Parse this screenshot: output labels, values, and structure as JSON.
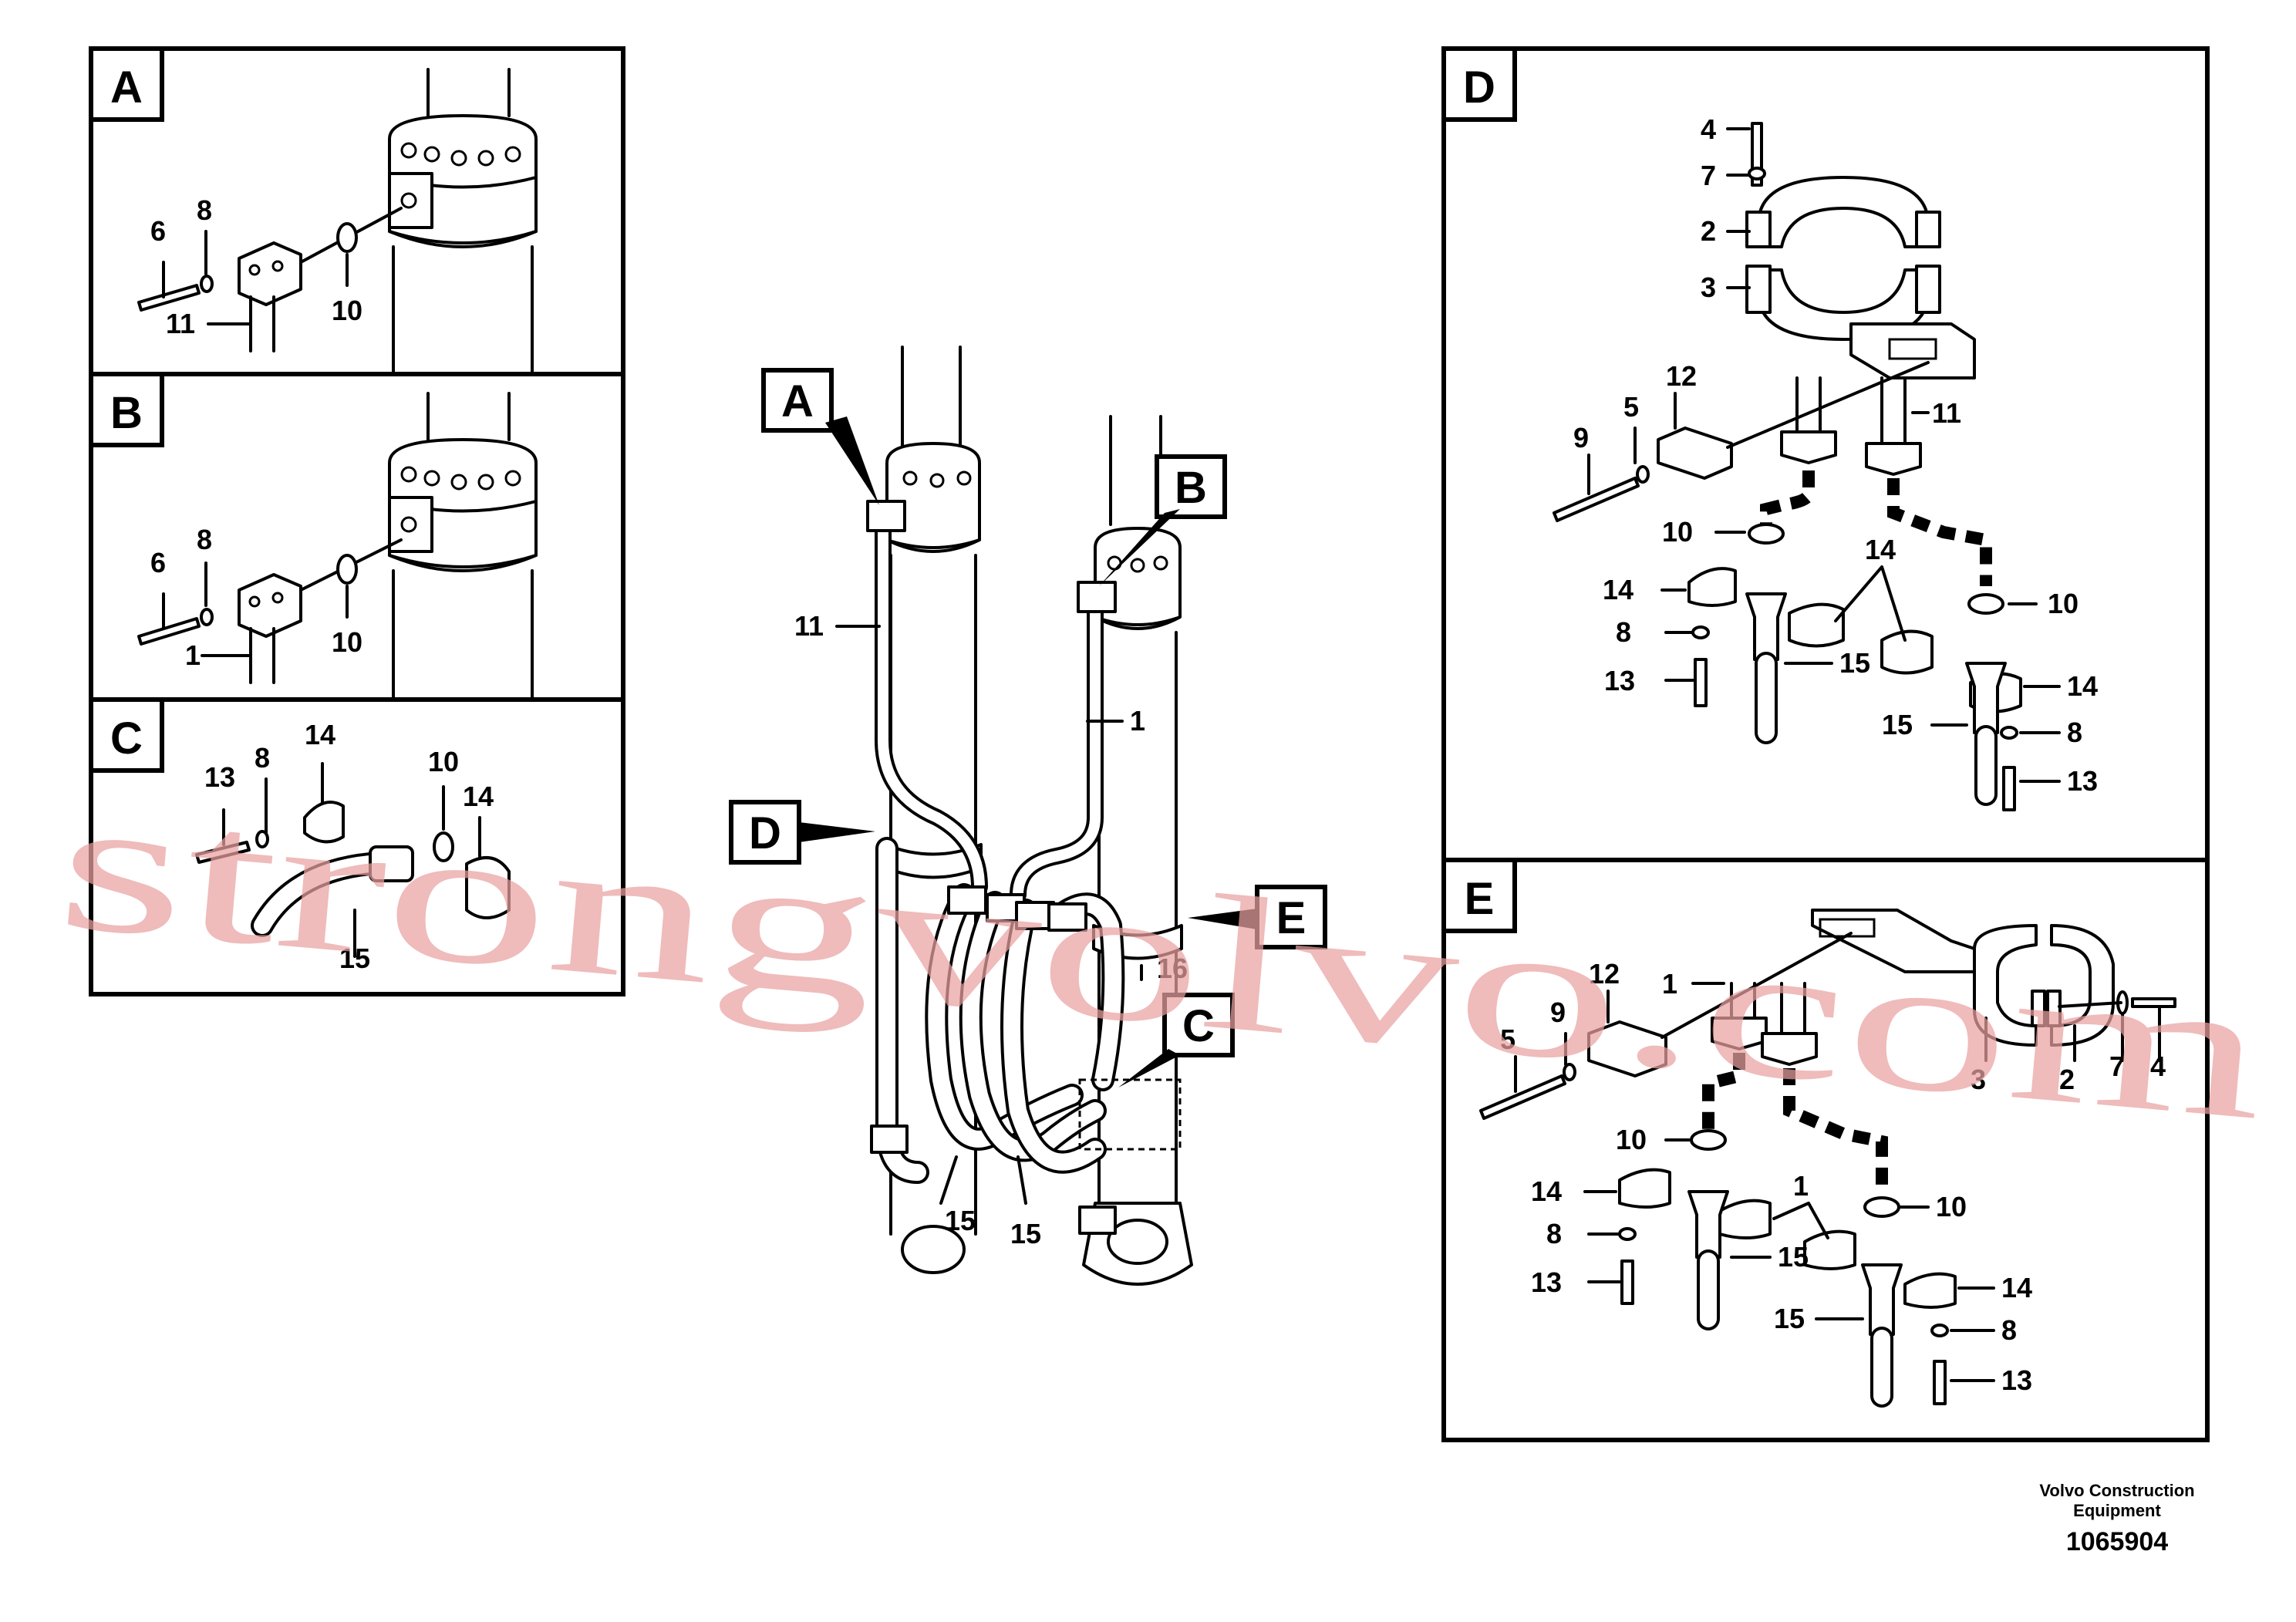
{
  "panels": {
    "A": {
      "tag": "A",
      "labels": [
        "6",
        "8",
        "11",
        "10"
      ]
    },
    "B": {
      "tag": "B",
      "labels": [
        "6",
        "8",
        "1",
        "10"
      ]
    },
    "C": {
      "tag": "C",
      "labels": [
        "13",
        "8",
        "14",
        "10",
        "14",
        "15"
      ]
    },
    "D": {
      "tag": "D",
      "labels": [
        "4",
        "7",
        "2",
        "3",
        "12",
        "9",
        "5",
        "11",
        "10",
        "14",
        "14",
        "10",
        "8",
        "15",
        "13",
        "14",
        "15",
        "8",
        "13"
      ]
    },
    "E": {
      "tag": "E",
      "labels": [
        "12",
        "1",
        "9",
        "5",
        "3",
        "2",
        "7",
        "4",
        "10",
        "14",
        "1",
        "8",
        "15",
        "10",
        "13",
        "14",
        "15",
        "8",
        "13"
      ]
    }
  },
  "main": {
    "callouts": [
      "A",
      "B",
      "D",
      "E",
      "C"
    ],
    "labels": [
      "11",
      "1",
      "16",
      "15",
      "15"
    ]
  },
  "watermark": "strongvolvo.com",
  "footer": {
    "company_line1": "Volvo Construction",
    "company_line2": "Equipment",
    "document_number": "1065904"
  },
  "colors": {
    "ink": "#000000",
    "watermark": "#e9a1a1",
    "paper": "#ffffff"
  }
}
